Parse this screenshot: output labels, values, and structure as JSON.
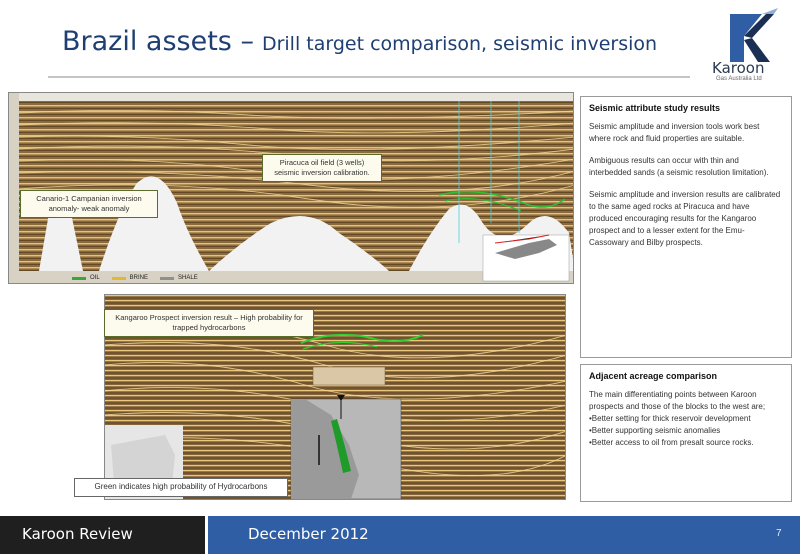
{
  "title": {
    "main": "Brazil assets –",
    "sub": "Drill target comparison, seismic inversion"
  },
  "logo": {
    "name": "Karoon",
    "tagline": "Gas Australia Ltd"
  },
  "top_section": {
    "callouts": {
      "canario": "Canario-1 Campanian inversion anomaly- weak anomaly",
      "piracuca": "Piracuca oil field (3 wells) seismic inversion calibration."
    },
    "legend": [
      {
        "label": "OIL",
        "color": "#3aa63a"
      },
      {
        "label": "BRINE",
        "color": "#e2b92c"
      },
      {
        "label": "SHALE",
        "color": "#8f8f8f"
      }
    ]
  },
  "bottom_section": {
    "callouts": {
      "kangaroo": "Kangaroo Prospect inversion result – High probability for trapped hydrocarbons",
      "green": "Green indicates high probability of Hydrocarbons"
    }
  },
  "panels": {
    "seismic": {
      "heading": "Seismic attribute study results",
      "paragraphs": [
        "Seismic amplitude and inversion tools work best where rock and fluid properties are suitable.",
        "Ambiguous results can occur with thin and interbedded sands (a seismic resolution limitation).",
        "Seismic amplitude and inversion results are calibrated to the same aged rocks at Piracuca and have produced encouraging results for the Kangaroo prospect and to a lesser extent for the Emu- Cassowary and Bilby prospects."
      ]
    },
    "acreage": {
      "heading": "Adjacent acreage comparison",
      "intro": "The main differentiating points between Karoon prospects and those of the blocks to the west are;",
      "bullets": [
        "•Better setting for thick  reservoir development",
        "•Better supporting seismic anomalies",
        "•Better access to oil from presalt source rocks."
      ]
    }
  },
  "footer": {
    "left": "Karoon Review",
    "date": "December 2012",
    "page": "7"
  }
}
